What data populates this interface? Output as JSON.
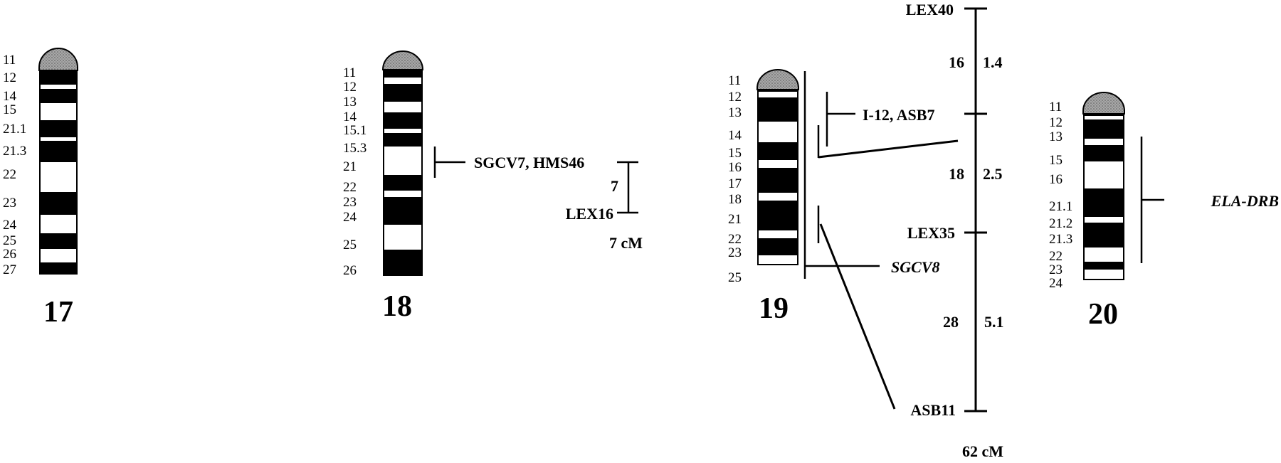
{
  "chromosomes": [
    {
      "id": "17",
      "label": "17",
      "bands": [
        "11",
        "12",
        "14",
        "15",
        "21.1",
        "21.3",
        "22",
        "23",
        "24",
        "25",
        "26",
        "27"
      ]
    },
    {
      "id": "18",
      "label": "18",
      "bands": [
        "11",
        "12",
        "13",
        "14",
        "15.1",
        "15.3",
        "21",
        "22",
        "23",
        "24",
        "25",
        "26"
      ]
    },
    {
      "id": "19",
      "label": "19",
      "bands": [
        "11",
        "12",
        "13",
        "14",
        "15",
        "16",
        "17",
        "18",
        "21",
        "22",
        "23",
        "25"
      ]
    },
    {
      "id": "20",
      "label": "20",
      "bands": [
        "11",
        "12",
        "13",
        "15",
        "16",
        "21.1",
        "21.2",
        "21.3",
        "22",
        "23",
        "24"
      ]
    }
  ],
  "chr18_map": {
    "markers": [
      "SGCV7, HMS46",
      "LEX16"
    ],
    "interval_value": "7",
    "total": "7 cM"
  },
  "chr19_map": {
    "markers": [
      "LEX40",
      "I-12, ASB7",
      "LEX35",
      "ASB11"
    ],
    "left_values": [
      "16",
      "18",
      "28"
    ],
    "right_values": [
      "1.4",
      "2.5",
      "5.1"
    ],
    "total": "62 cM",
    "assigned_locus": "SGCV8"
  },
  "chr20_map": {
    "assigned_locus": "ELA-DRB"
  }
}
